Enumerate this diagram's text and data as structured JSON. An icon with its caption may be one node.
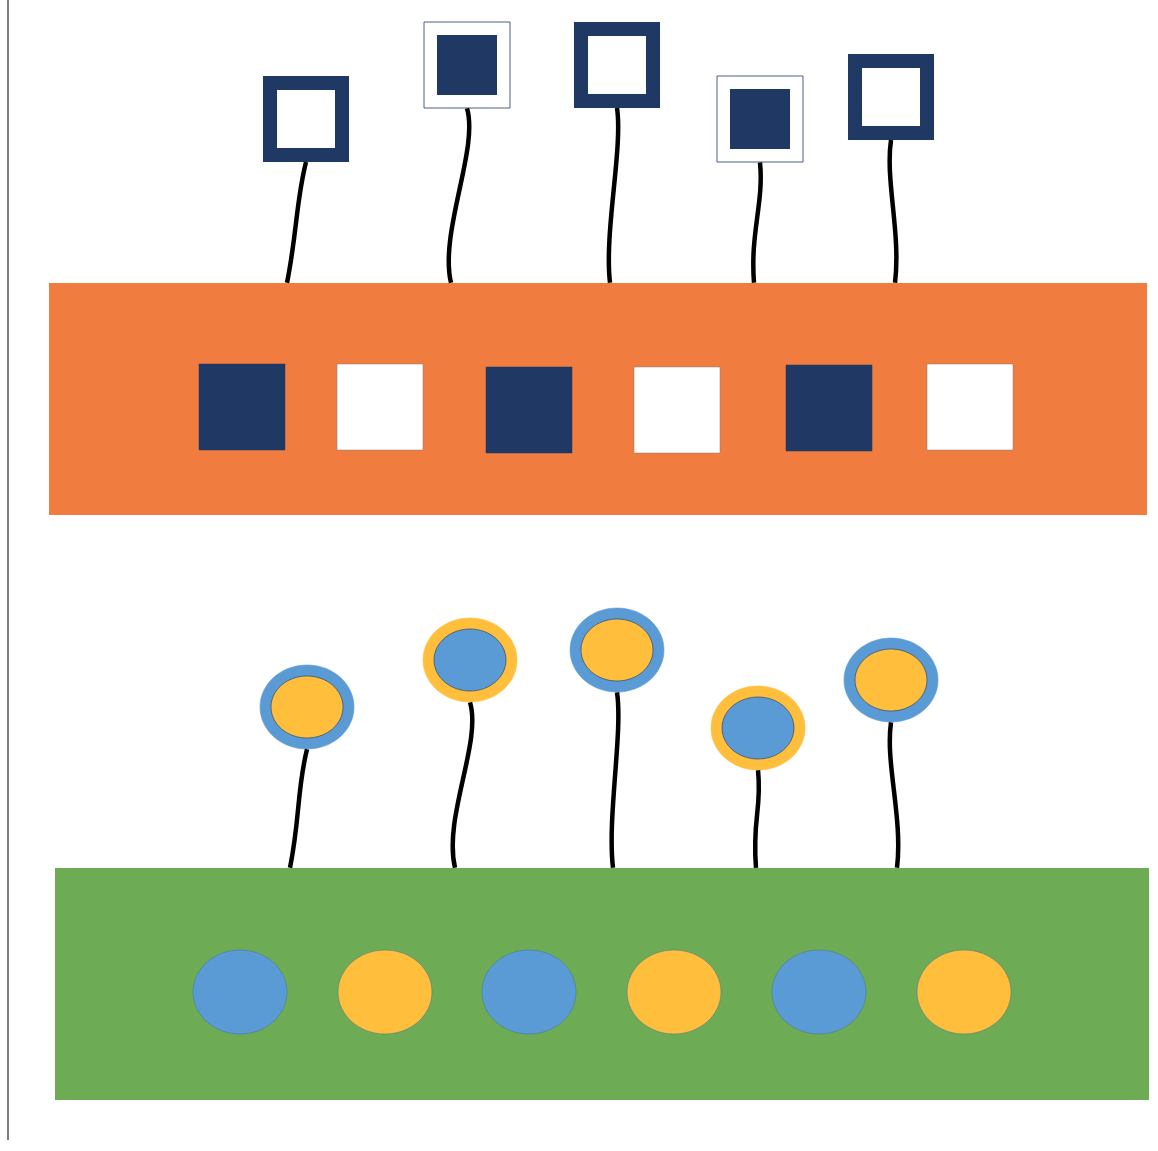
{
  "diagram": {
    "nodes": [
      {
        "text": [],
        "shape": "box"
      },
      {
        "text": [],
        "shape": "box"
      },
      {
        "text": [],
        "shape": "box"
      },
      {
        "text": [],
        "shape": "box"
      },
      {
        "text": [],
        "shape": "box"
      },
      {
        "text": [],
        "shape": "bar"
      },
      {
        "text": [],
        "shape": "box",
        "in": 5
      },
      {
        "text": [],
        "shape": "box",
        "in": 5
      },
      {
        "text": [],
        "shape": "box",
        "in": 5
      },
      {
        "text": [],
        "shape": "box",
        "in": 5
      },
      {
        "text": [],
        "shape": "box",
        "in": 5
      },
      {
        "text": [],
        "shape": "box",
        "in": 5
      },
      {
        "text": [],
        "shape": "circle"
      },
      {
        "text": [],
        "shape": "circle"
      },
      {
        "text": [],
        "shape": "circle"
      },
      {
        "text": [],
        "shape": "circle"
      },
      {
        "text": [],
        "shape": "circle"
      },
      {
        "text": [],
        "shape": "bar"
      },
      {
        "text": [],
        "shape": "circle",
        "in": 17
      },
      {
        "text": [],
        "shape": "circle",
        "in": 17
      },
      {
        "text": [],
        "shape": "circle",
        "in": 17
      },
      {
        "text": [],
        "shape": "circle",
        "in": 17
      },
      {
        "text": [],
        "shape": "circle",
        "in": 17
      },
      {
        "text": [],
        "shape": "circle",
        "in": 17
      }
    ],
    "edges": [
      {
        "from": 0,
        "to": 5,
        "arrow": "none"
      },
      {
        "from": 1,
        "to": 5,
        "arrow": "none"
      },
      {
        "from": 2,
        "to": 5,
        "arrow": "none"
      },
      {
        "from": 3,
        "to": 5,
        "arrow": "none"
      },
      {
        "from": 4,
        "to": 5,
        "arrow": "none"
      },
      {
        "from": 12,
        "to": 17,
        "arrow": "none"
      },
      {
        "from": 13,
        "to": 17,
        "arrow": "none"
      },
      {
        "from": 14,
        "to": 17,
        "arrow": "none"
      },
      {
        "from": 15,
        "to": 17,
        "arrow": "none"
      },
      {
        "from": 16,
        "to": 17,
        "arrow": "none"
      }
    ]
  }
}
